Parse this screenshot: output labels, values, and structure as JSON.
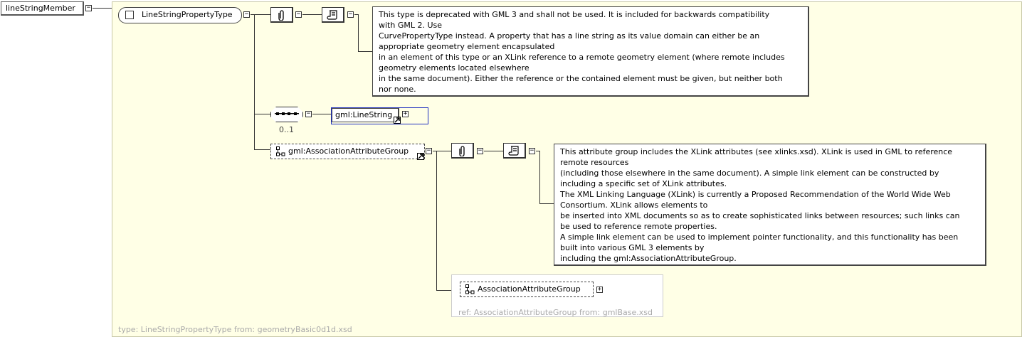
{
  "root": {
    "name": "lineStringMember"
  },
  "complex_type": {
    "name": "LineStringPropertyType",
    "footer": "type:  LineStringPropertyType  from:  geometryBasic0d1d.xsd"
  },
  "doc1": {
    "lines": [
      "This type is deprecated with GML 3 and shall not be used. It is included for backwards compatibility",
      "with GML 2. Use",
      "CurvePropertyType instead. A property that has a line string as its value domain can either be an",
      "appropriate geometry element encapsulated",
      "in an element of this type or an XLink reference to a remote geometry element (where remote includes",
      "geometry elements located elsewhere",
      "in the same document). Either the reference or the contained element must be given, but neither both",
      "nor none."
    ]
  },
  "sequence": {
    "cardinality": "0..1",
    "child": "gml:LineString"
  },
  "attr_group": {
    "name": "gml:AssociationAttributeGroup"
  },
  "doc2": {
    "lines": [
      "This attribute group includes the XLink attributes (see xlinks.xsd). XLink is used in GML to reference",
      "remote resources",
      "(including those elsewhere in the same document). A simple link element can be constructed by",
      "including a specific set of XLink attributes.",
      "The XML Linking Language (XLink) is currently a Proposed Recommendation of the World Wide Web",
      "Consortium. XLink allows elements to",
      "be inserted into XML documents so as to create sophisticated links between resources; such links can",
      "be used to reference remote properties.",
      "A simple link element can be used to implement pointer functionality, and this functionality has been",
      "built into various GML 3 elements by",
      "including the gml:AssociationAttributeGroup."
    ]
  },
  "ref_group": {
    "name": "AssociationAttributeGroup",
    "ref": "ref:  AssociationAttributeGroup  from:  gmlBase.xsd"
  },
  "expand_symbol": "−",
  "collapsed_symbol": "+"
}
